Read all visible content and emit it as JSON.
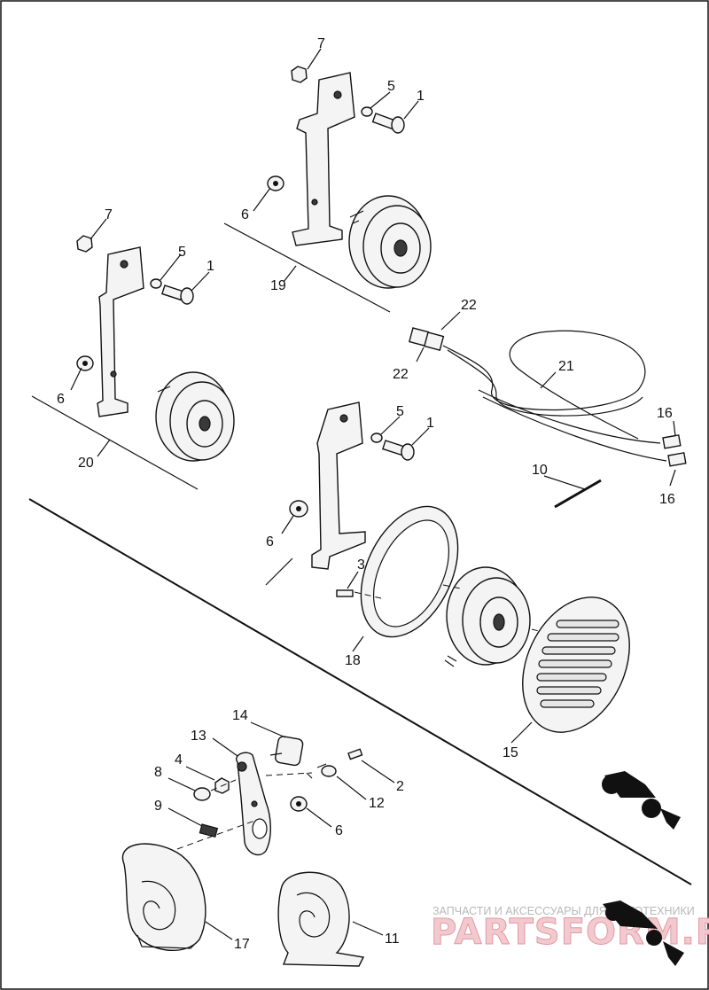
{
  "diagram": {
    "callouts": {
      "c7a": "7",
      "c5a": "5",
      "c1a": "1",
      "c6a": "6",
      "c19": "19",
      "c7b": "7",
      "c5b": "5",
      "c1b": "1",
      "c6b": "6",
      "c20": "20",
      "c22a": "22",
      "c22b": "22",
      "c21": "21",
      "c16a": "16",
      "c16b": "16",
      "c10": "10",
      "c5c": "5",
      "c1c": "1",
      "c6c": "6",
      "c3": "3",
      "c18": "18",
      "c15": "15",
      "c14": "14",
      "c13": "13",
      "c4": "4",
      "c8": "8",
      "c9": "9",
      "c2": "2",
      "c12": "12",
      "c6d": "6",
      "c17": "17",
      "c11": "11"
    }
  },
  "watermark": {
    "tagline": "ЗАПЧАСТИ И АКСЕССУАРЫ ДЛЯ МОТОТЕХНИКИ",
    "brand": "PARTSFORM.RU"
  }
}
